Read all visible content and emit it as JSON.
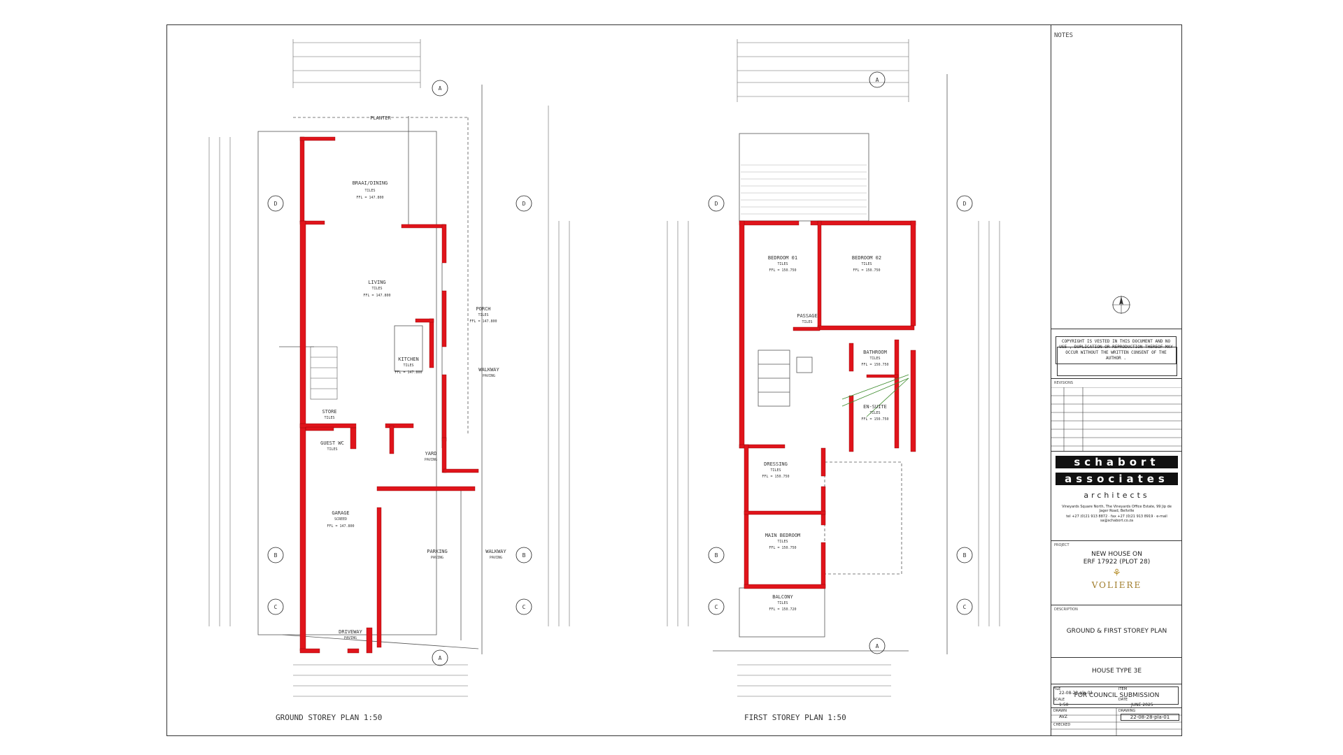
{
  "plans": {
    "ground": {
      "title": "GROUND STOREY PLAN  1:50",
      "rooms": [
        {
          "name": "BRAAI/DINING",
          "finish": "TILES",
          "ffl": "FFL = 147.800"
        },
        {
          "name": "LIVING",
          "finish": "TILES",
          "ffl": "FFL = 147.800"
        },
        {
          "name": "KITCHEN",
          "finish": "TILES",
          "ffl": "FFL = 147.800"
        },
        {
          "name": "PORCH",
          "finish": "TILES",
          "ffl": "FFL = 147.800"
        },
        {
          "name": "STORE",
          "finish": "TILES",
          "ffl": ""
        },
        {
          "name": "GUEST WC",
          "finish": "TILES",
          "ffl": ""
        },
        {
          "name": "YARD",
          "finish": "PAVING",
          "ffl": ""
        },
        {
          "name": "GARAGE",
          "finish": "SCREED",
          "ffl": "FFL = 147.800"
        },
        {
          "name": "PARKING",
          "finish": "PAVING",
          "ffl": ""
        },
        {
          "name": "WALKWAY",
          "finish": "PAVING",
          "ffl": ""
        },
        {
          "name": "WALKWAY",
          "finish": "PAVING",
          "ffl": ""
        },
        {
          "name": "DRIVEWAY",
          "finish": "PAVING",
          "ffl": ""
        },
        {
          "name": "PLANTER",
          "finish": "",
          "ffl": ""
        }
      ]
    },
    "first": {
      "title": "FIRST STOREY PLAN  1:50",
      "rooms": [
        {
          "name": "BEDROOM 01",
          "finish": "TILES",
          "ffl": "FFL = 150.750"
        },
        {
          "name": "BEDROOM 02",
          "finish": "TILES",
          "ffl": "FFL = 150.750"
        },
        {
          "name": "PASSAGE",
          "finish": "TILES",
          "ffl": ""
        },
        {
          "name": "BATHROOM",
          "finish": "TILES",
          "ffl": "FFL = 150.750"
        },
        {
          "name": "EN-SUITE",
          "finish": "TILES",
          "ffl": "FFL = 150.750"
        },
        {
          "name": "DRESSING",
          "finish": "TILES",
          "ffl": "FFL = 150.750"
        },
        {
          "name": "MAIN BEDROOM",
          "finish": "TILES",
          "ffl": "FFL = 150.750"
        },
        {
          "name": "BALCONY",
          "finish": "TILES",
          "ffl": "FFL = 150.720"
        }
      ]
    },
    "section_markers": [
      "A",
      "B",
      "C",
      "D"
    ],
    "wall_color": "#e0141b"
  },
  "titleblock": {
    "notes_label": "NOTES",
    "copyright": "COPYRIGHT IS VESTED IN THIS DOCUMENT AND NO USE , DUPLICATION OR REPRODUCTION THEREOF MAY OCCUR WITHOUT THE WRITTEN CONSENT OF THE AUTHOR .",
    "revisions_label": "REVISIONS",
    "firm_line1": "schabort",
    "firm_line2": "associates",
    "firm_line3": "architects",
    "firm_address": "Vineyards Square North, The Vineyards Office Estate, 99 Jip de Jager Road, Bellville",
    "firm_contact": "tel +27 (0)21 913 8872 · fax +27 (0)21 913 8919 · e-mail sa@schabort.co.za",
    "project_label": "PROJECT",
    "project_line1": "NEW HOUSE ON",
    "project_line2": "ERF 17922  (PLOT 28)",
    "project_logo": "VOLIERE",
    "description_label": "DESCRIPTION",
    "description": "GROUND & FIRST STOREY PLAN",
    "house_type": "HOUSE TYPE 3E",
    "status": "FOR COUNCIL SUBMISSION",
    "file_label": "FILE",
    "file_value": "22-08-28-pla-01",
    "item_label": "ITEM",
    "scale_label": "SCALE",
    "scale_value": "1:50",
    "date_label": "DATE",
    "date_value": "JUNE 2025",
    "drawn_label": "DRAWN",
    "drawn_value": "AVZ",
    "drawing_label": "DRAWING",
    "drawing_value": "22-08-28-pla-01",
    "checked_label": "CHECKED"
  }
}
